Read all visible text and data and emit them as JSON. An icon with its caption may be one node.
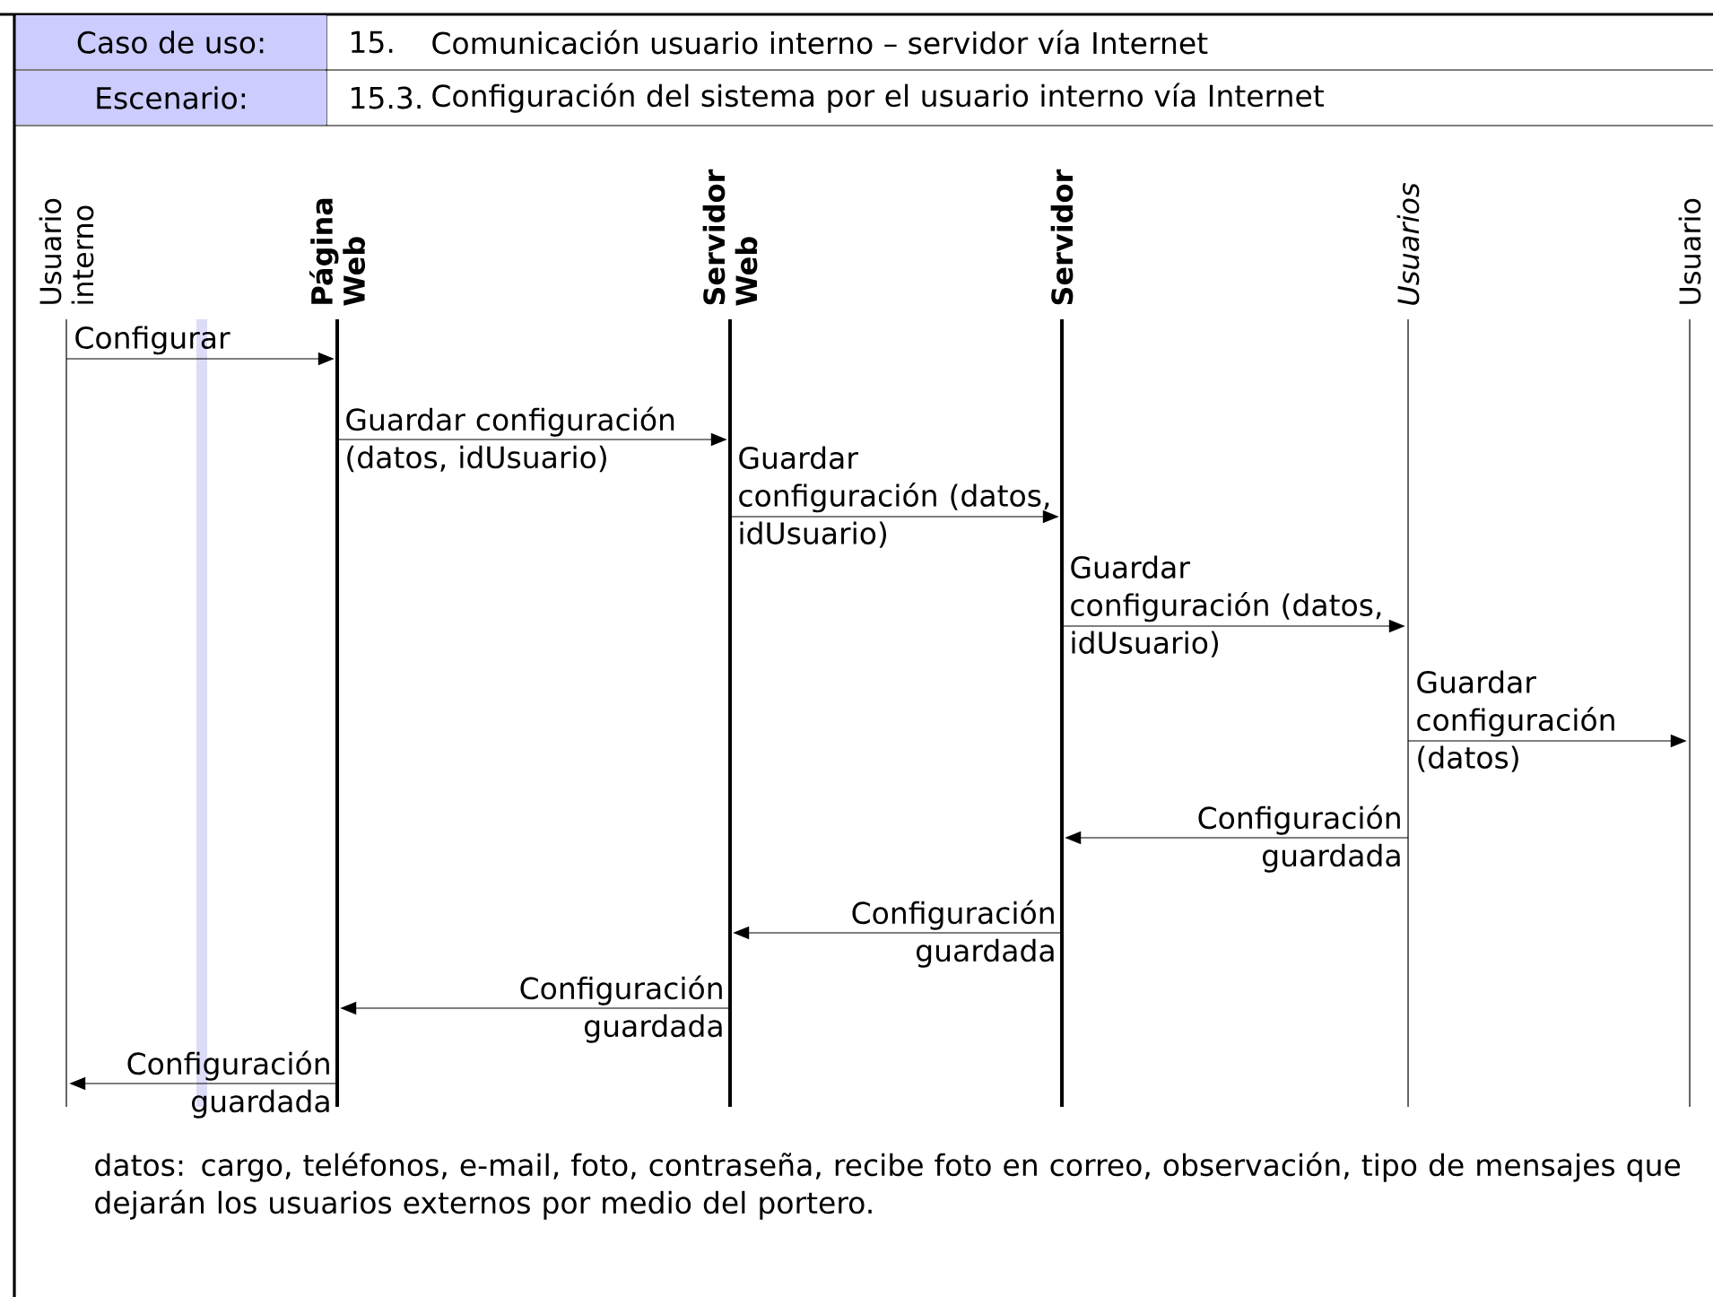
{
  "diagram": {
    "nodes": [
      {
        "text": [
          "Usuario interno"
        ]
      },
      {
        "text": [
          "Página Web"
        ]
      },
      {
        "text": [
          "Servidor Web"
        ]
      },
      {
        "text": [
          "Servidor"
        ]
      },
      {
        "text": [
          "Usuarios"
        ]
      },
      {
        "text": [
          "Usuario"
        ]
      }
    ],
    "edges": [
      {
        "from": 0,
        "to": 1,
        "arrow": "to",
        "label": "Configurar"
      },
      {
        "from": 1,
        "to": 2,
        "arrow": "to",
        "label": "Guardar configuración (datos, idUsuario)"
      },
      {
        "from": 2,
        "to": 3,
        "arrow": "to",
        "label": "Guardar configuración (datos, idUsuario)"
      },
      {
        "from": 3,
        "to": 4,
        "arrow": "to",
        "label": "Guardar configuración (datos, idUsuario)"
      },
      {
        "from": 4,
        "to": 5,
        "arrow": "to",
        "label": "Guardar configuración (datos)"
      },
      {
        "from": 4,
        "to": 3,
        "arrow": "to",
        "label": "Configuración guardada"
      },
      {
        "from": 3,
        "to": 2,
        "arrow": "to",
        "label": "Configuración guardada"
      },
      {
        "from": 2,
        "to": 1,
        "arrow": "to",
        "label": "Configuración guardada"
      },
      {
        "from": 1,
        "to": 0,
        "arrow": "to",
        "label": "Configuración guardada"
      }
    ],
    "labels": [
      "Caso de uso:",
      "15.",
      "Comunicación usuario interno – servidor vía Internet",
      "Escenario:",
      "15.3.",
      "Configuración del sistema por el usuario interno vía Internet",
      "datos: cargo, teléfonos, e-mail, foto, contraseña, recibe foto en correo, observación, tipo de mensajes que dejarán los usuarios externos por medio del portero."
    ]
  }
}
